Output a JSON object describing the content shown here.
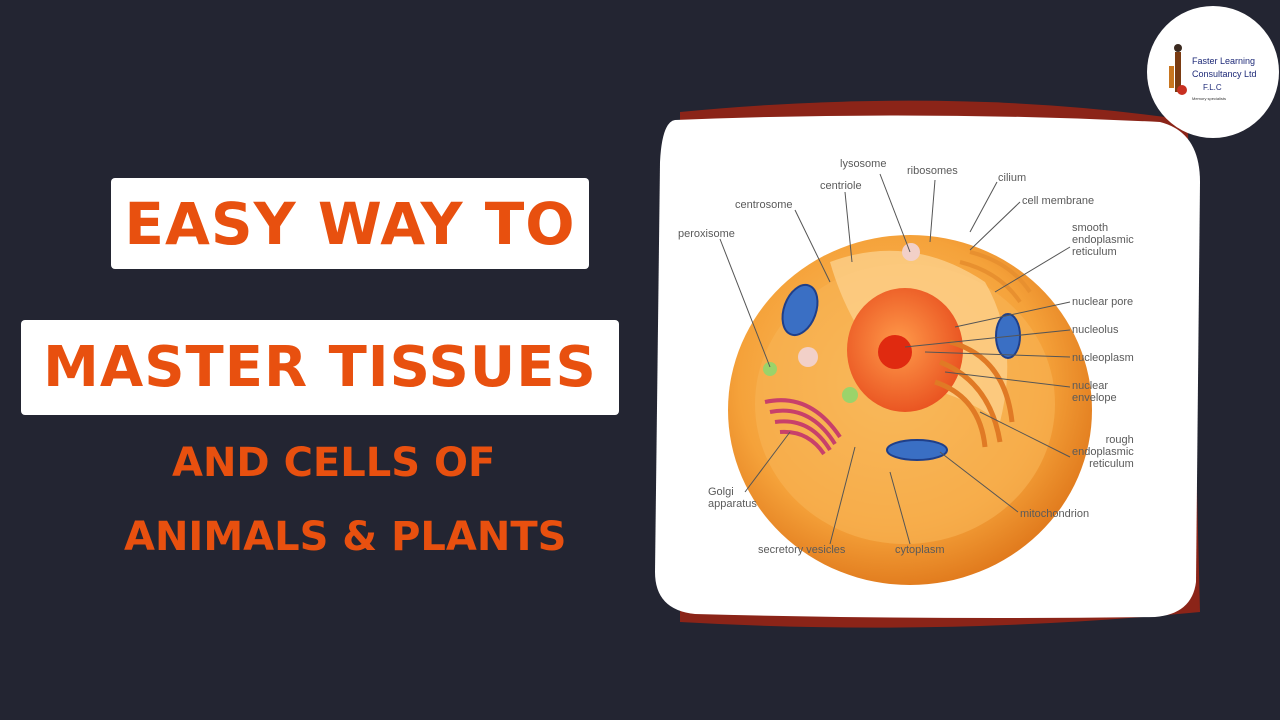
{
  "title": {
    "line1": "EASY WAY TO",
    "line2": "MASTER TISSUES",
    "line3": "AND CELLS OF",
    "line4": "ANIMALS & PLANTS"
  },
  "colors": {
    "background": "#232532",
    "accent": "#e8500f",
    "card": "#ffffff",
    "frame": "#8b2418"
  },
  "logo": {
    "line1": "Faster Learning",
    "line2": "Consultancy Ltd",
    "line3": "F.L.C",
    "line4": "Memory specialists"
  },
  "diagram": {
    "labels": {
      "lysosome": "lysosome",
      "ribosomes": "ribosomes",
      "centriole": "centriole",
      "cilium": "cilium",
      "centrosome": "centrosome",
      "cell_membrane": "cell membrane",
      "peroxisome": "peroxisome",
      "smooth_er": "smooth\nendoplasmic\nreticulum",
      "nuclear_pore": "nuclear pore",
      "nucleolus": "nucleolus",
      "nucleoplasm": "nucleoplasm",
      "nuclear_envelope": "nuclear\nenvelope",
      "rough_er": "rough\nendoplasmic\nreticulum",
      "golgi": "Golgi\napparatus",
      "mitochondrion": "mitochondrion",
      "secretory_vesicles": "secretory vesicles",
      "cytoplasm": "cytoplasm"
    }
  }
}
